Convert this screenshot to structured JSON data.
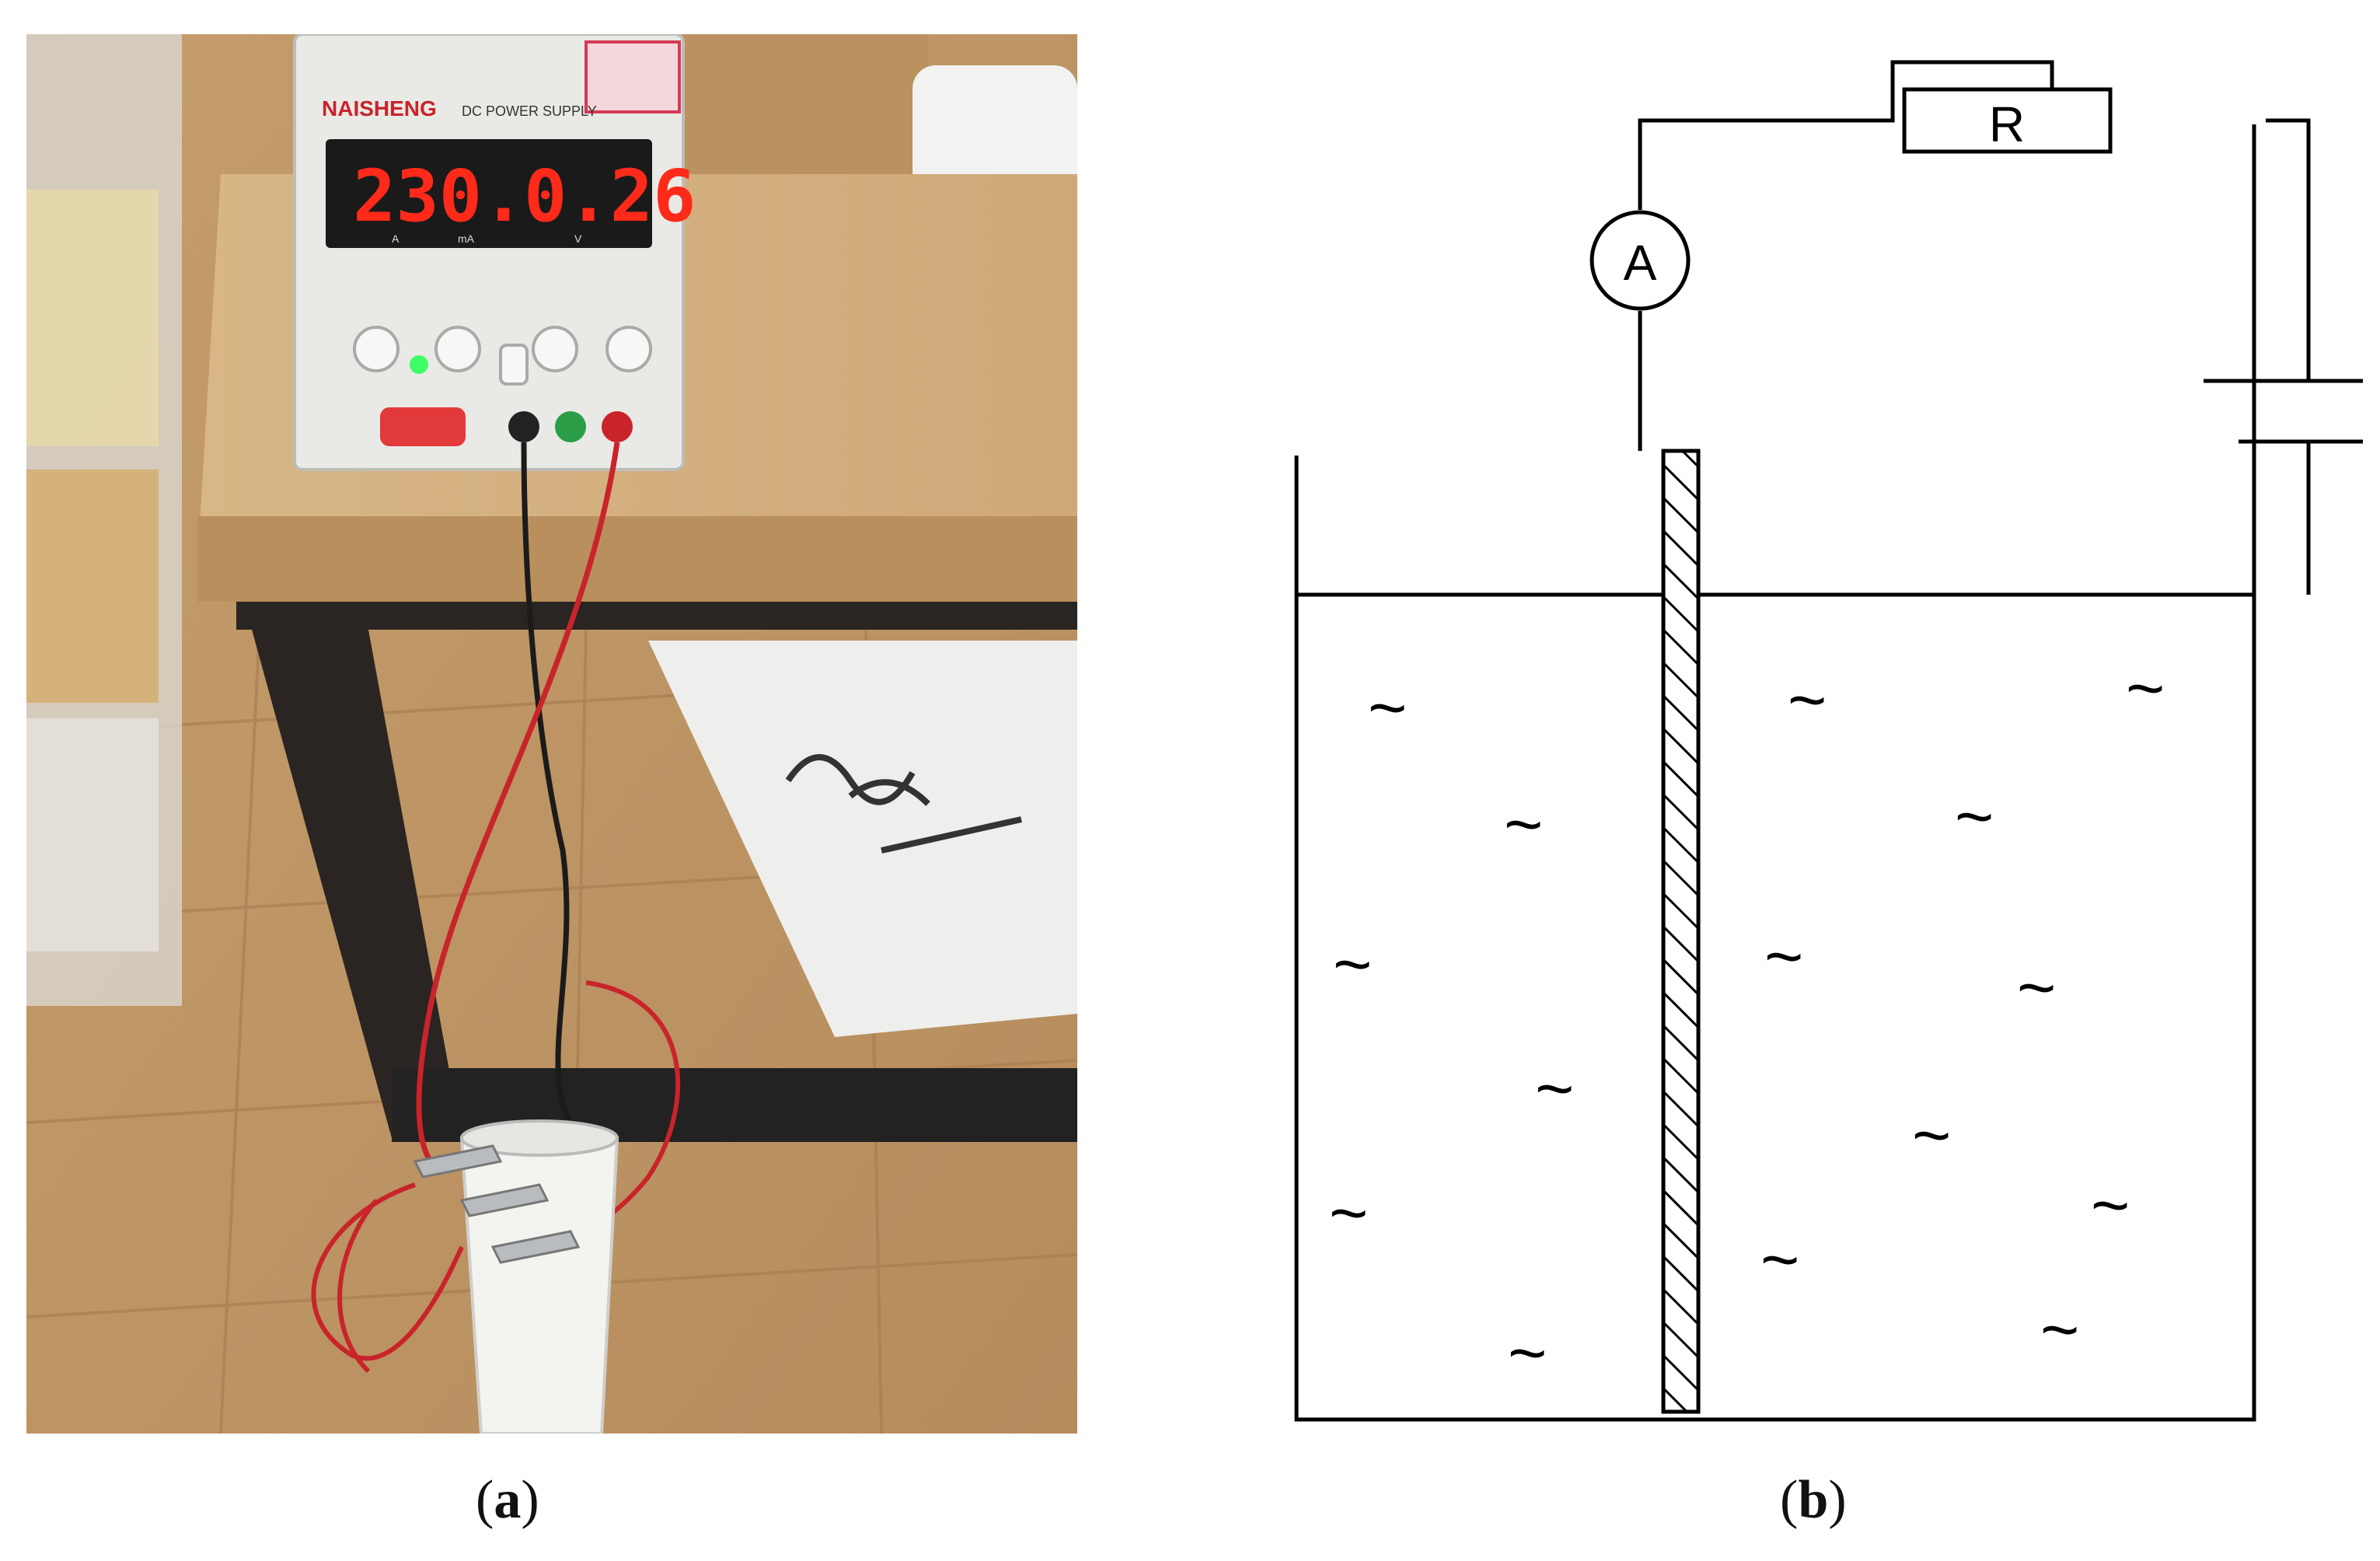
{
  "panel_a": {
    "caption_letter": "a",
    "brand": "NAISHENG",
    "brand_sub": "DC POWER SUPPLY",
    "current_display": "230.",
    "voltage_display": "0.26",
    "current_unit_a": "A",
    "current_unit_ma": "mA",
    "voltage_unit": "V"
  },
  "panel_b": {
    "caption_letter": "b",
    "ammeter_label": "A",
    "resistor_label": "R",
    "wave_glyph": "~"
  },
  "colors": {
    "wire_red": "#c8242a",
    "wire_black": "#1b1b1b",
    "display_red": "#ff2a1a",
    "led_green": "#3cff6a",
    "wood": "#c9a577",
    "diagram_line": "#000000"
  }
}
